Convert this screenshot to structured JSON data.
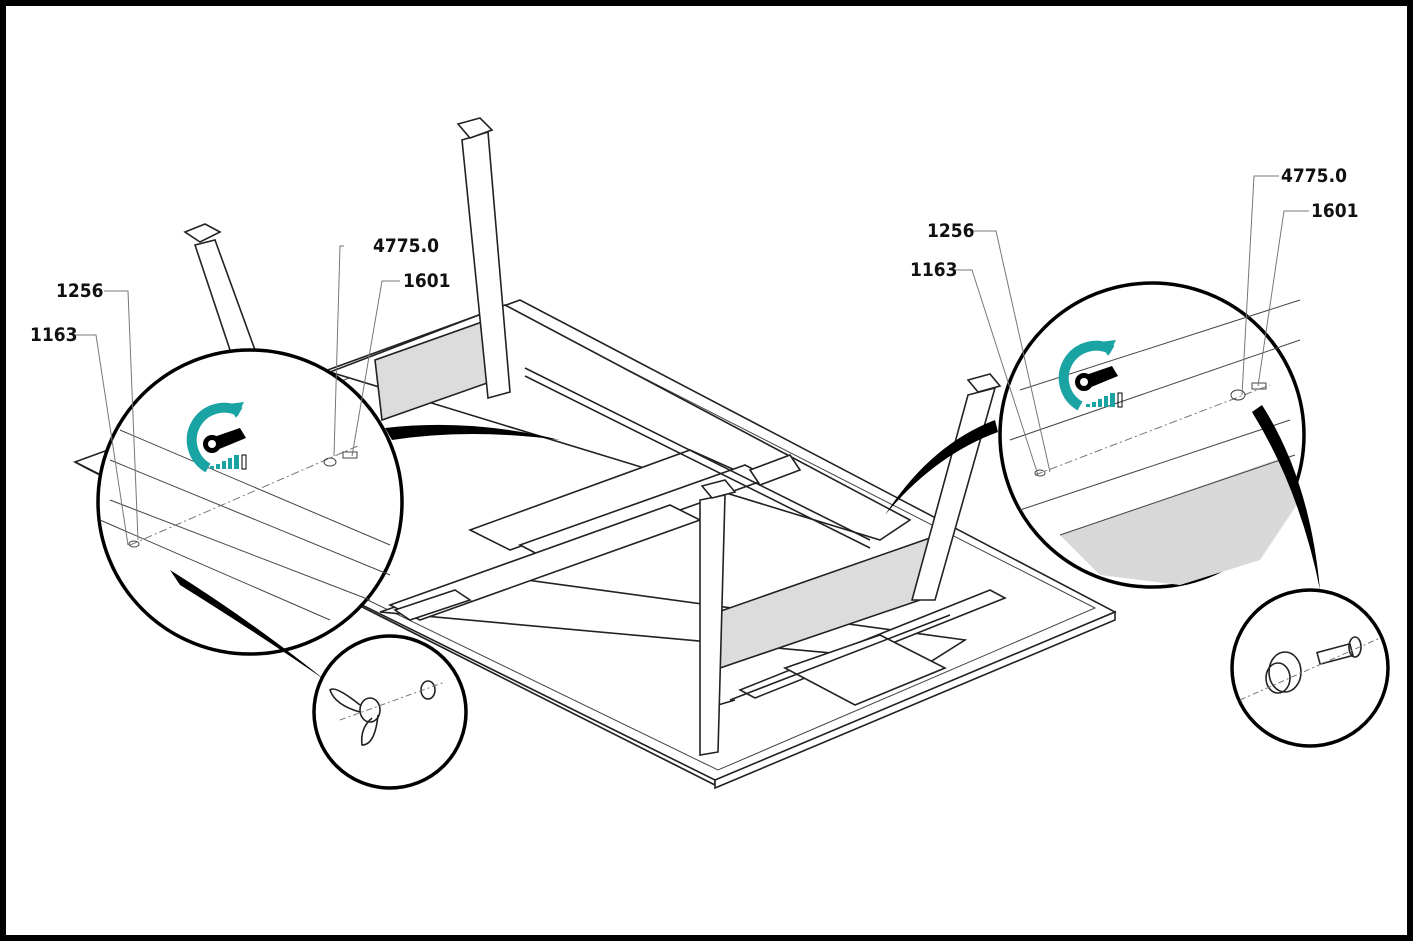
{
  "callouts": {
    "left_top_part": "4775.0",
    "left_mid_part": "1601",
    "left_upper_part": "1256",
    "left_lower_part": "1163",
    "right_top_part": "4775.0",
    "right_mid_part": "1601",
    "right_upper_part": "1256",
    "right_lower_part": "1163"
  },
  "icons": {
    "tighten": "tighten-wrench-icon",
    "accent_color": "#1aa3a3",
    "torque_scale": "torque-bars-icon"
  }
}
